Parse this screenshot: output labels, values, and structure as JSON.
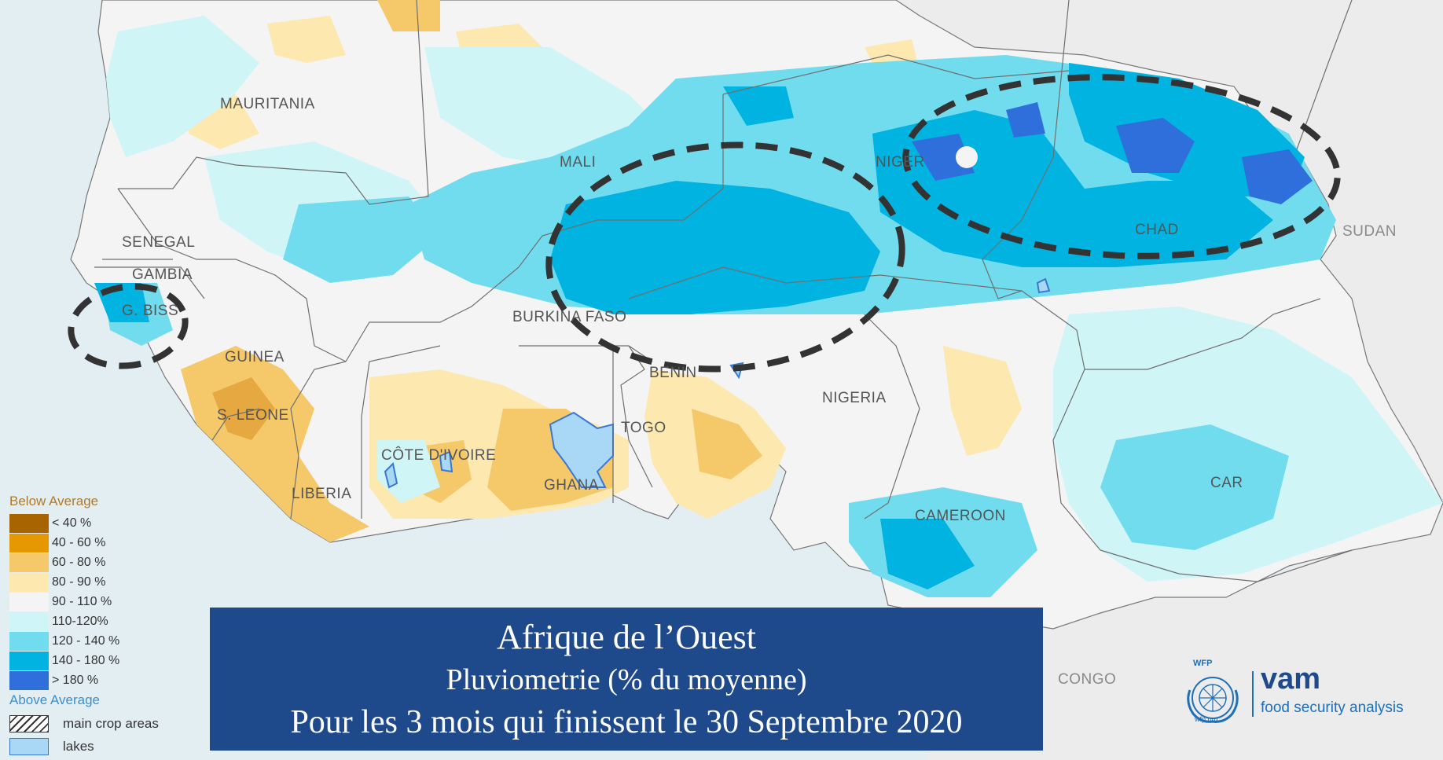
{
  "legend": {
    "below_heading": "Below Average",
    "above_heading": "Above Average",
    "classes": [
      {
        "label": "< 40 %",
        "color": "#a86400"
      },
      {
        "label": "40 - 60 %",
        "color": "#e69800"
      },
      {
        "label": "60 - 80 %",
        "color": "#f5c86a"
      },
      {
        "label": "80 - 90 %",
        "color": "#fde8b0"
      },
      {
        "label": "90 - 110 %",
        "color": "#f4f4f4"
      },
      {
        "label": "110-120%",
        "color": "#cff5f7"
      },
      {
        "label": "120 - 140 %",
        "color": "#72dcef"
      },
      {
        "label": "140 - 180 %",
        "color": "#00b3e0"
      },
      {
        "label": "> 180 %",
        "color": "#2f6fdc"
      }
    ],
    "crop_label": "main crop areas",
    "lakes_label": "lakes",
    "lakes_color": "#a8d8f6"
  },
  "countries": {
    "mauritania": "MAURITANIA",
    "mali": "MALI",
    "niger": "NIGER",
    "chad": "CHAD",
    "sudan": "SUDAN",
    "senegal": "SENEGAL",
    "gambia": "GAMBIA",
    "guinea_bissau": "G. BISS",
    "guinea": "GUINEA",
    "sierra_leone": "S. LEONE",
    "liberia": "LIBERIA",
    "cote_divoire": "CÔTE D'IVOIRE",
    "burkina_faso": "BURKINA FASO",
    "ghana": "GHANA",
    "togo": "TOGO",
    "benin": "BENIN",
    "nigeria": "NIGERIA",
    "cameroon": "CAMEROON",
    "car": "CAR",
    "congo": "CONGO"
  },
  "title": {
    "line1": "Afrique de l’Ouest",
    "line2": "Pluviometrie (% du moyenne)",
    "line3": "Pour les 3 mois qui finissent le 30 Septembre 2020"
  },
  "logo": {
    "wfp": "WFP",
    "wfp_org": "wfp.org",
    "vam": "vam",
    "subtitle": "food security analysis"
  },
  "colors": {
    "ocean": "#e3eef2",
    "land_outside": "#ececec",
    "title_bg": "#1e4a8c",
    "accent_blue": "#1e6fb8"
  }
}
